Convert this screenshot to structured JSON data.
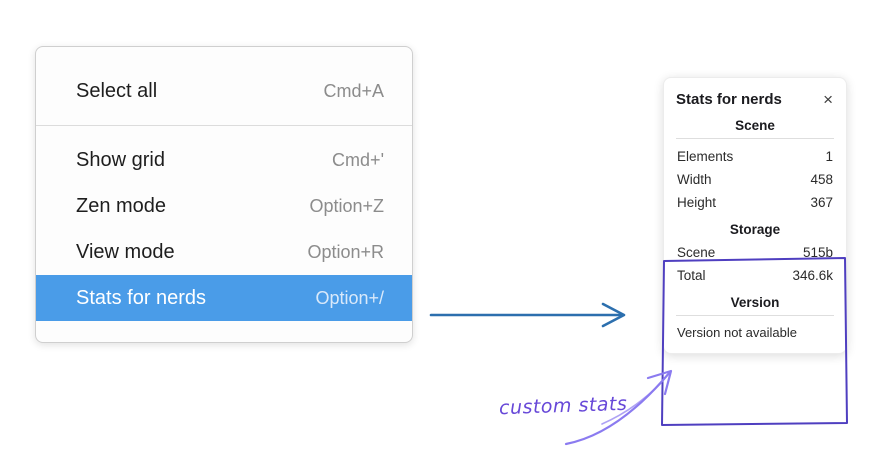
{
  "colors": {
    "menu_highlight": "#4a9ce8",
    "main_arrow_blue": "#2c6fae",
    "annotation_box_purple": "#4f3fc0",
    "annotation_arrow_purple": "#8b7bf0",
    "annotation_text_purple": "#6748d8"
  },
  "context_menu": {
    "items": [
      {
        "label": "Select all",
        "shortcut": "Cmd+A"
      },
      {
        "label": "Show grid",
        "shortcut": "Cmd+'"
      },
      {
        "label": "Zen mode",
        "shortcut": "Option+Z"
      },
      {
        "label": "View mode",
        "shortcut": "Option+R"
      },
      {
        "label": "Stats for nerds",
        "shortcut": "Option+/"
      }
    ],
    "selected_item": "Stats for nerds"
  },
  "stats_panel": {
    "title": "Stats for nerds",
    "close_icon": "×",
    "scene_section": {
      "heading": "Scene",
      "rows": [
        {
          "label": "Elements",
          "value": "1"
        },
        {
          "label": "Width",
          "value": "458"
        },
        {
          "label": "Height",
          "value": "367"
        }
      ]
    },
    "storage_section": {
      "heading": "Storage",
      "rows": [
        {
          "label": "Scene",
          "value": "515b"
        },
        {
          "label": "Total",
          "value": "346.6k"
        }
      ]
    },
    "version_section": {
      "heading": "Version",
      "note": "Version not available"
    }
  },
  "annotation": {
    "label": "custom stats"
  }
}
